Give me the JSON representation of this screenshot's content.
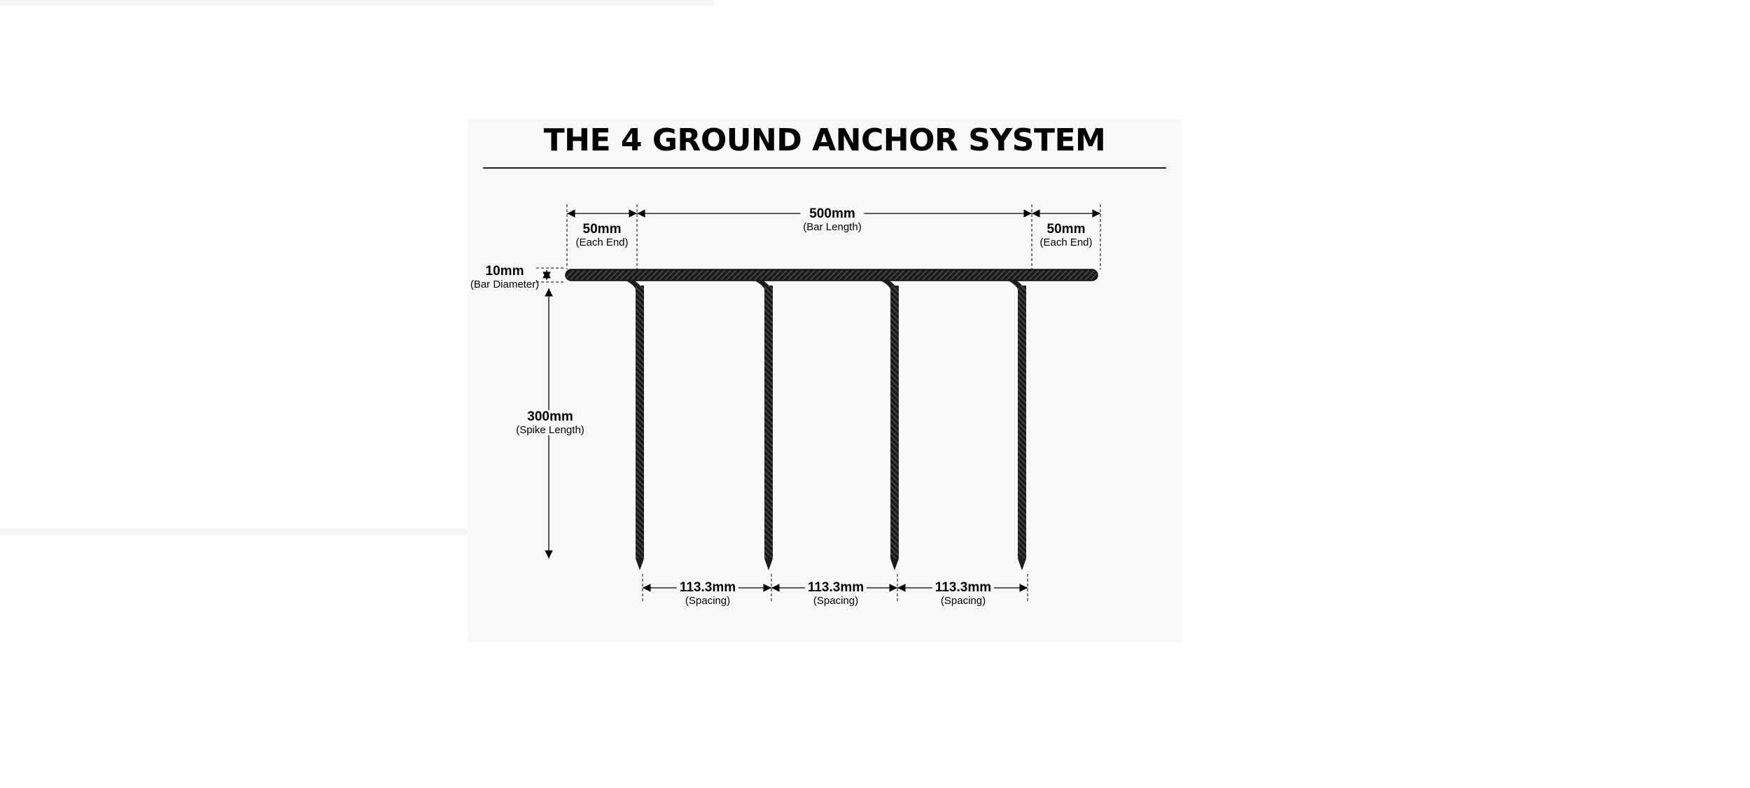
{
  "diagram": {
    "title": "THE 4 GROUND ANCHOR SYSTEM",
    "dimensions": {
      "end_left": {
        "value": "50mm",
        "sub": "(Each End)"
      },
      "bar_length": {
        "value": "500mm",
        "sub": "(Bar Length)"
      },
      "end_right": {
        "value": "50mm",
        "sub": "(Each End)"
      },
      "bar_diameter": {
        "value": "10mm",
        "sub": "(Bar Diameter)"
      },
      "spike_length": {
        "value": "300mm",
        "sub": "(Spike Length)"
      },
      "spacing": [
        {
          "value": "113.3mm",
          "sub": "(Spacing)"
        },
        {
          "value": "113.3mm",
          "sub": "(Spacing)"
        },
        {
          "value": "113.3mm",
          "sub": "(Spacing)"
        }
      ]
    },
    "colors": {
      "rebar": "#1c1c1c",
      "dimension": "#000000",
      "panel": "#f8f8f8"
    }
  }
}
